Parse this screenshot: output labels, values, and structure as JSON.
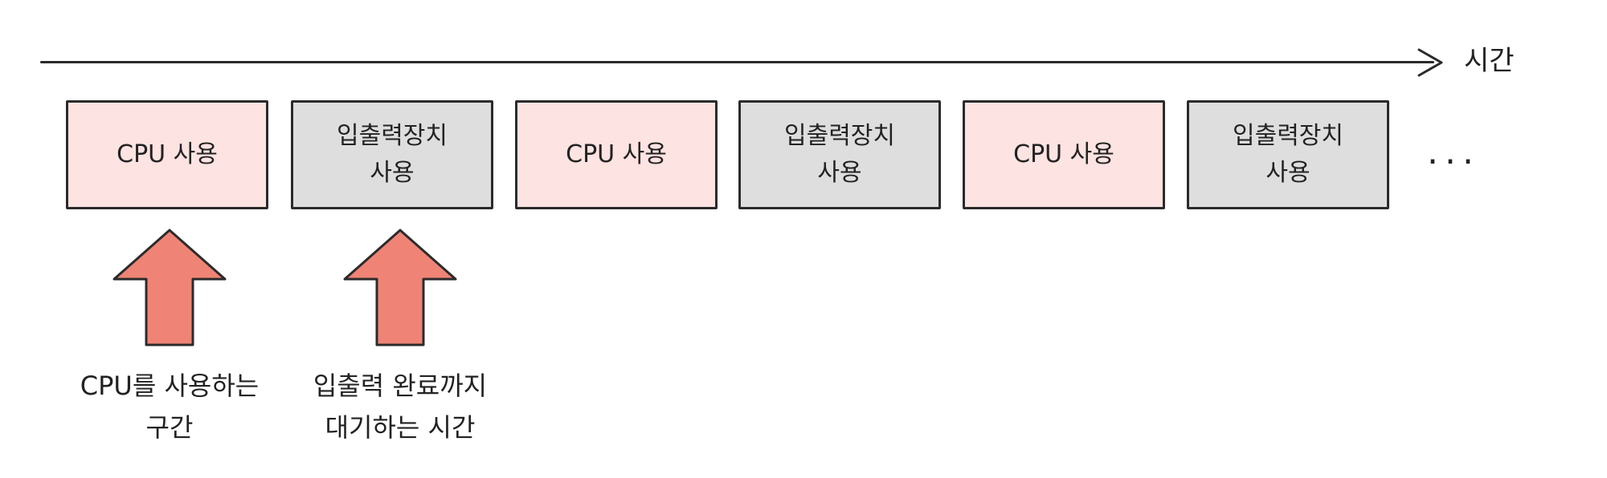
{
  "timeline": {
    "label": "시간"
  },
  "blocks": [
    {
      "label": "CPU 사용",
      "kind": "cpu"
    },
    {
      "label": "입출력장치\n사용",
      "kind": "io"
    },
    {
      "label": "CPU 사용",
      "kind": "cpu"
    },
    {
      "label": "입출력장치\n사용",
      "kind": "io"
    },
    {
      "label": "CPU 사용",
      "kind": "cpu"
    },
    {
      "label": "입출력장치\n사용",
      "kind": "io"
    }
  ],
  "ellipsis": "...",
  "annotations": [
    {
      "label": "CPU를 사용하는\n구간"
    },
    {
      "label": "입출력 완료까지\n대기하는 시간"
    }
  ],
  "colors": {
    "cpu_fill": "#fde3e1",
    "io_fill": "#dedede",
    "arrow_fill": "#ef8476",
    "stroke": "#2b2b2b"
  }
}
